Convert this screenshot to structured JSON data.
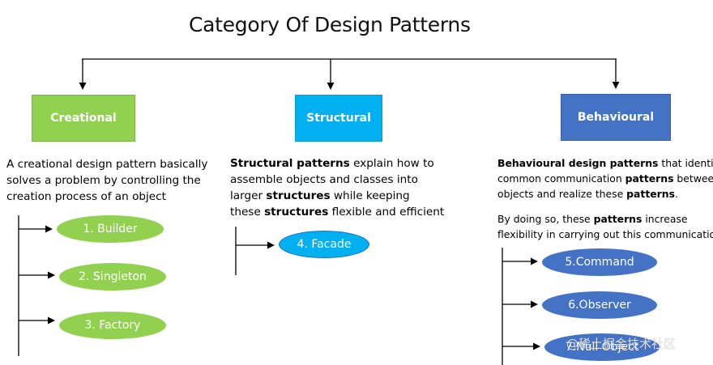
{
  "title": "Category Of Design Patterns",
  "categories": [
    {
      "label": "Creational",
      "color": "#92d050",
      "description": [
        [
          {
            "t": " A creational design pattern basically",
            "b": false
          }
        ],
        [
          {
            "t": "solves a problem by controlling the",
            "b": false
          }
        ],
        [
          {
            "t": "creation process of an object",
            "b": false
          }
        ]
      ],
      "patterns": [
        "1. Builder",
        "2. Singleton",
        "3. Factory"
      ]
    },
    {
      "label": "Structural",
      "color": "#00b0f0",
      "description": [
        [
          {
            "t": "Structural patterns",
            "b": true
          },
          {
            "t": " explain how to",
            "b": false
          }
        ],
        [
          {
            "t": "assemble objects and classes into",
            "b": false
          }
        ],
        [
          {
            "t": "larger ",
            "b": false
          },
          {
            "t": "structures",
            "b": true
          },
          {
            "t": " while keeping",
            "b": false
          }
        ],
        [
          {
            "t": "these ",
            "b": false
          },
          {
            "t": "structures",
            "b": true
          },
          {
            "t": " flexible and efficient",
            "b": false
          }
        ]
      ],
      "patterns": [
        "4. Facade"
      ]
    },
    {
      "label": "Behavioural",
      "color": "#4472c4",
      "description": [
        [
          {
            "t": "Behavioural design patterns",
            "b": true
          },
          {
            "t": " that identify",
            "b": false
          }
        ],
        [
          {
            "t": "common communication ",
            "b": false
          },
          {
            "t": "patterns",
            "b": true
          },
          {
            "t": " between",
            "b": false
          }
        ],
        [
          {
            "t": "objects and realize these ",
            "b": false
          },
          {
            "t": "patterns",
            "b": true
          },
          {
            "t": ".",
            "b": false
          }
        ]
      ],
      "description_2": [
        [
          {
            "t": "By doing so, these ",
            "b": false
          },
          {
            "t": "patterns",
            "b": true
          },
          {
            "t": " increase",
            "b": false
          }
        ],
        [
          {
            "t": "flexibility in carrying out this communication",
            "b": false
          }
        ]
      ],
      "patterns": [
        "5.Command",
        "6.Observer",
        "7.Null Object"
      ]
    }
  ],
  "watermark": "@稀土掘金技术社区",
  "colors": {
    "line": "#000000",
    "title": "#111111",
    "facade_border": "#1f6fbf"
  }
}
